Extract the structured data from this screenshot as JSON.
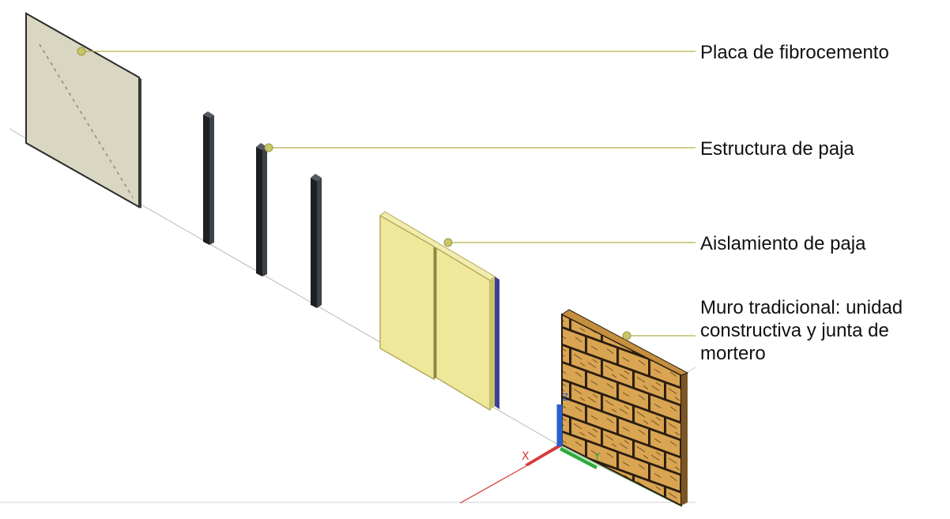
{
  "labels": {
    "placa": "Placa de fibrocemento",
    "estructura": "Estructura de paja",
    "aislamiento": "Aislamiento de paja",
    "muro": [
      "Muro tradicional: unidad",
      "constructiva y junta de",
      "mortero"
    ]
  },
  "axis_markers": {
    "x": "X",
    "y": "Y",
    "z": "Z"
  },
  "colors": {
    "board": "#d9d7c2",
    "stud": "#1d1f23",
    "insulation": "#efe89a",
    "brick": "#d9a552",
    "mortar": "#2a1d10",
    "leader": "#b5b04a",
    "dot": "#c8c56a",
    "axis_x": "#d63a3a",
    "axis_y": "#2bab3a",
    "axis_z": "#2a5fcf"
  }
}
